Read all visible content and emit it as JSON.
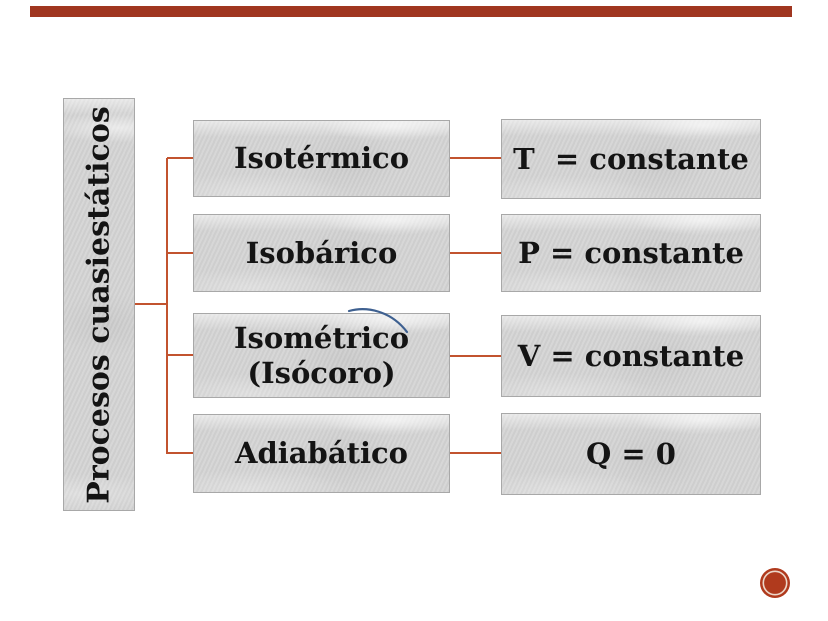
{
  "slide": {
    "background": "#ffffff",
    "top_bar_color": "#a03620",
    "accent_line_color": "#c2532f",
    "box_fill": "#d3d3d3",
    "box_border": "#a8a8a8",
    "text_color": "#141414",
    "root": {
      "label": "Procesos cuasiestáticos"
    },
    "rows": [
      {
        "process": "Isotérmico",
        "value": "T  = constante"
      },
      {
        "process": "Isobárico",
        "value": "P = constante"
      },
      {
        "process": "Isométrico (Isócoro)",
        "value": "V = constante"
      },
      {
        "process": "Adiabático",
        "value": "Q = 0"
      }
    ],
    "annotations": {
      "pen_stroke_color": "#3e6090",
      "bullet_color": "#b03a1d",
      "bullet_ring_color": "#f3e9dd"
    }
  }
}
